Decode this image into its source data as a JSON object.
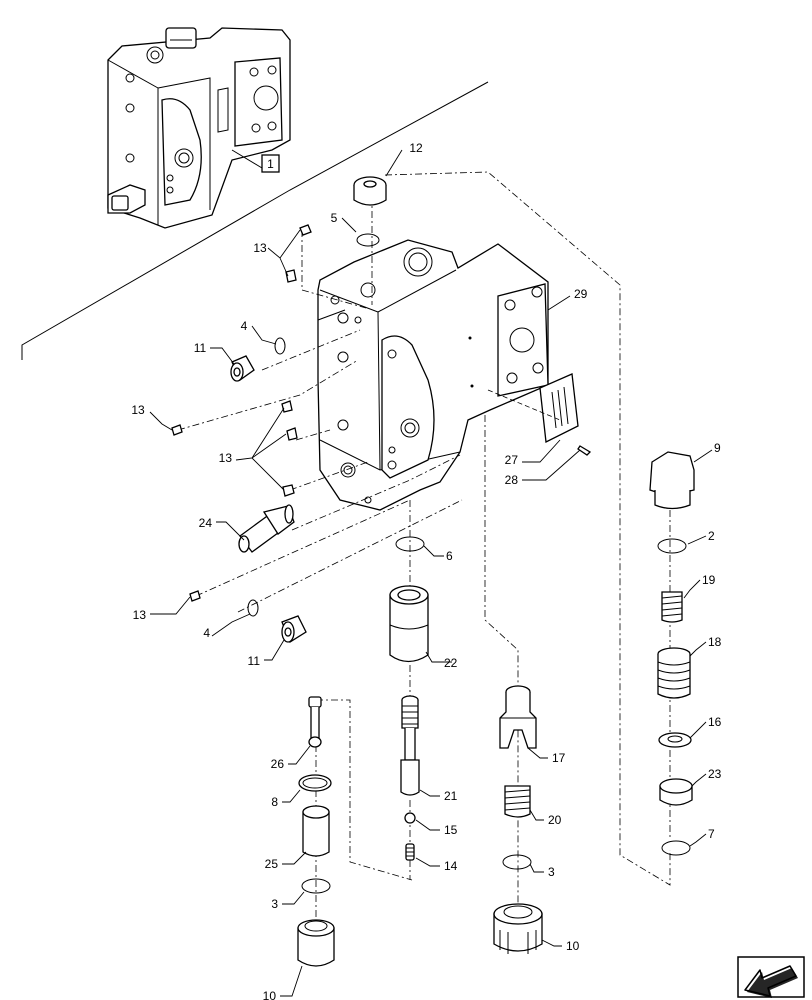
{
  "diagram": {
    "title": "",
    "reference_box_label": "1",
    "callouts": {
      "c2": "2",
      "c3a": "3",
      "c3b": "3",
      "c4a": "4",
      "c4b": "4",
      "c5": "5",
      "c6": "6",
      "c7": "7",
      "c8": "8",
      "c9": "9",
      "c10a": "10",
      "c10b": "10",
      "c11a": "11",
      "c11b": "11",
      "c12": "12",
      "c13a": "13",
      "c13b": "13",
      "c13c": "13",
      "c13d": "13",
      "c14": "14",
      "c15": "15",
      "c16": "16",
      "c17": "17",
      "c18": "18",
      "c19": "19",
      "c20": "20",
      "c21": "21",
      "c22": "22",
      "c23": "23",
      "c24": "24",
      "c25": "25",
      "c26": "26",
      "c27": "27",
      "c28": "28",
      "c29": "29"
    },
    "nav_icon": "arrow-left-icon"
  }
}
